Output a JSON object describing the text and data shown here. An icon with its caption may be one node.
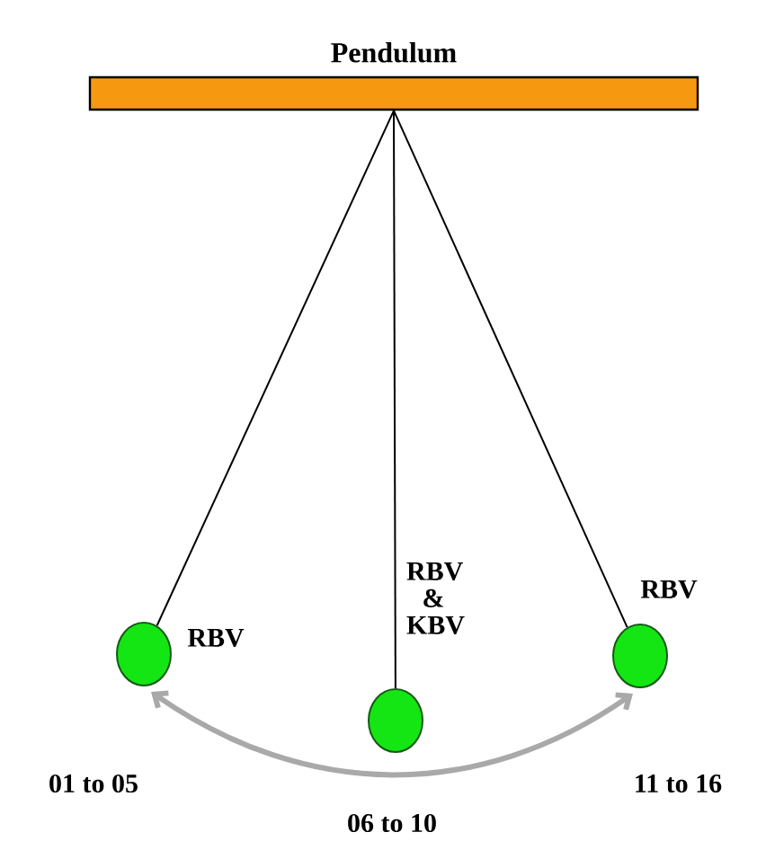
{
  "diagram": {
    "nodes": [
      {
        "text": [
          "Pendulum"
        ]
      },
      {
        "text": [],
        "shape": "circle",
        "beside": [
          "RBV",
          "01 to 05"
        ]
      },
      {
        "text": [],
        "shape": "circle",
        "beside": [
          "RBV & KBV",
          "06 to 10"
        ]
      },
      {
        "text": [],
        "shape": "circle",
        "beside": [
          "RBV",
          "11 to 16"
        ]
      }
    ],
    "edges": [
      {
        "from": 0,
        "to": 1,
        "arrow": "none"
      },
      {
        "from": 0,
        "to": 2,
        "arrow": "none"
      },
      {
        "from": 0,
        "to": 3,
        "arrow": "none"
      },
      {
        "from": 1,
        "to": 3,
        "arrow": "both",
        "style": "thick",
        "color": "#a9a9a9"
      }
    ]
  }
}
